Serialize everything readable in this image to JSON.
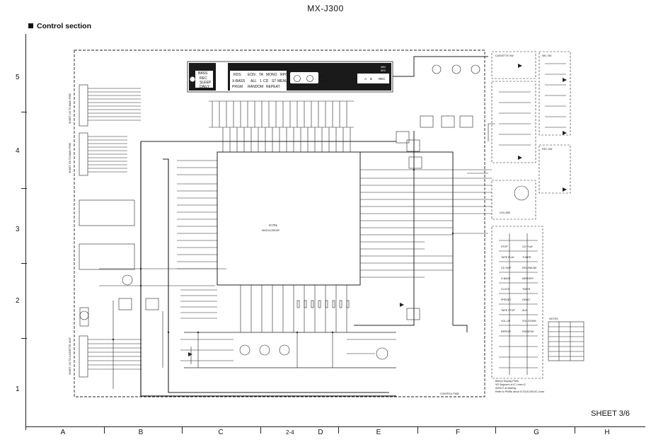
{
  "header": {
    "model": "MX-J300",
    "section_title": "Control section"
  },
  "footer": {
    "sheet": "SHEET 3/6",
    "page_number": "2-4",
    "diagram_footer": "CONTROL PWB"
  },
  "grid": {
    "rows": [
      "5",
      "4",
      "3",
      "2",
      "1"
    ],
    "columns": [
      "A",
      "B",
      "C",
      "D",
      "E",
      "F",
      "G",
      "H"
    ]
  },
  "display": {
    "clock_modes": [
      "BASS",
      "REC",
      "SLEEP",
      "DAILY"
    ],
    "row1": [
      "RDS",
      "EON",
      "TA",
      "MONO",
      "RPO"
    ],
    "row2": [
      "X-BASS",
      "ALL",
      "1",
      "CD",
      "ST",
      "MENU"
    ],
    "row3": [
      "PRGM",
      "RANDOM",
      "REPEAT"
    ],
    "cd_indicators": [
      "A",
      "B",
      "REC"
    ],
    "ms_labels": [
      "MIN",
      "SEC"
    ]
  },
  "microcontroller": {
    "ref": "IC701",
    "part": "MN101C35DDF"
  },
  "connectors": {
    "sheet25": "SHEET 2/6 TO MAIN PWB",
    "sheet56": "SHEET 5/6 TO MAIN PWB",
    "sheet45": "SHEET 4/6 TO CASSETTE UNIT"
  },
  "sub_boards": {
    "cassette_switch": "CASSETTE SW",
    "mic_switch": "MIC SW",
    "rec_switch": "REC SW",
    "vol": "VOLUME"
  },
  "notes": {
    "title": "NOTES:",
    "lines": [
      "Before Display Parts",
      "VR Segment of IC Lines IC",
      "IN/OUT at Waiting",
      "Refer to PWBs about IC701/IC901/IC Lines"
    ]
  },
  "key_labels": [
    "STOP",
    "CD PLAY",
    "TAPE PLAY",
    "TUNER",
    "CD SKIP",
    "REC/PAUSE",
    "X-BASS",
    "MEMORY",
    "CLOCK",
    "TIMER",
    "PRESET",
    "DEMO",
    "TAPE STOP",
    "AUX",
    "VOL UP",
    "VOL DOWN",
    "REPEAT",
    "RANDOM"
  ],
  "colors": {
    "line": "#222222",
    "dashed_frame": "#222222",
    "background": "#ffffff",
    "display_fill": "#1a1a1a"
  }
}
